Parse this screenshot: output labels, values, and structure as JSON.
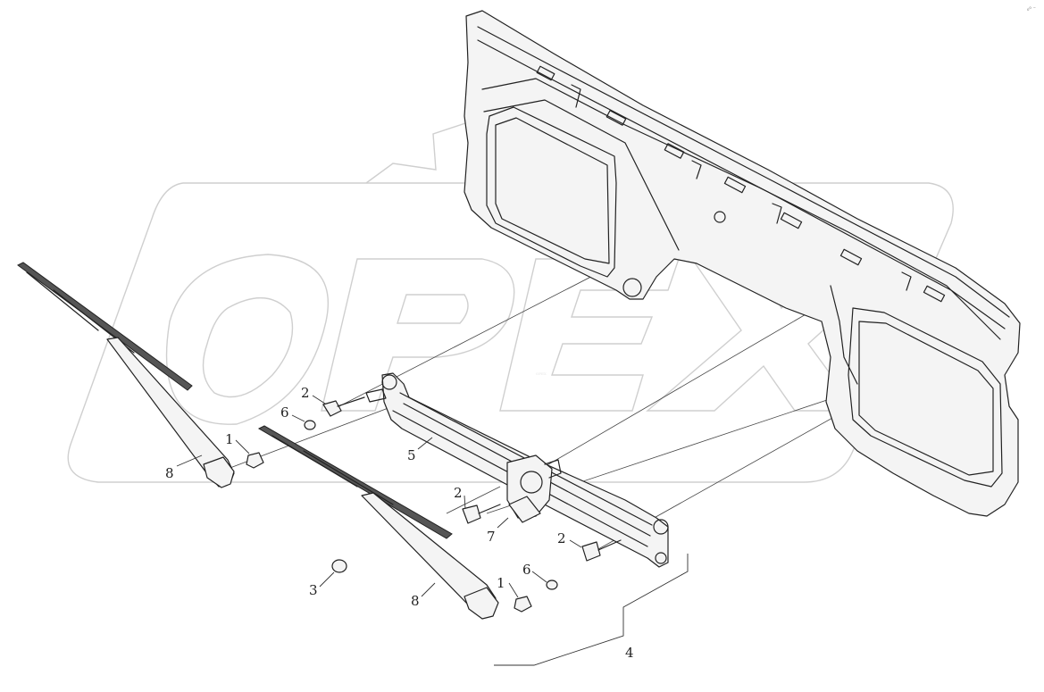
{
  "diagram": {
    "watermark_text": "OPEX",
    "corner_mark": "₀⁰ ⁻",
    "callouts": {
      "c1a": "1",
      "c1b": "1",
      "c2a": "2",
      "c2b": "2",
      "c2c": "2",
      "c3": "3",
      "c4": "4",
      "c5": "5",
      "c6a": "6",
      "c6b": "6",
      "c7": "7",
      "c8a": "8",
      "c8b": "8"
    }
  }
}
